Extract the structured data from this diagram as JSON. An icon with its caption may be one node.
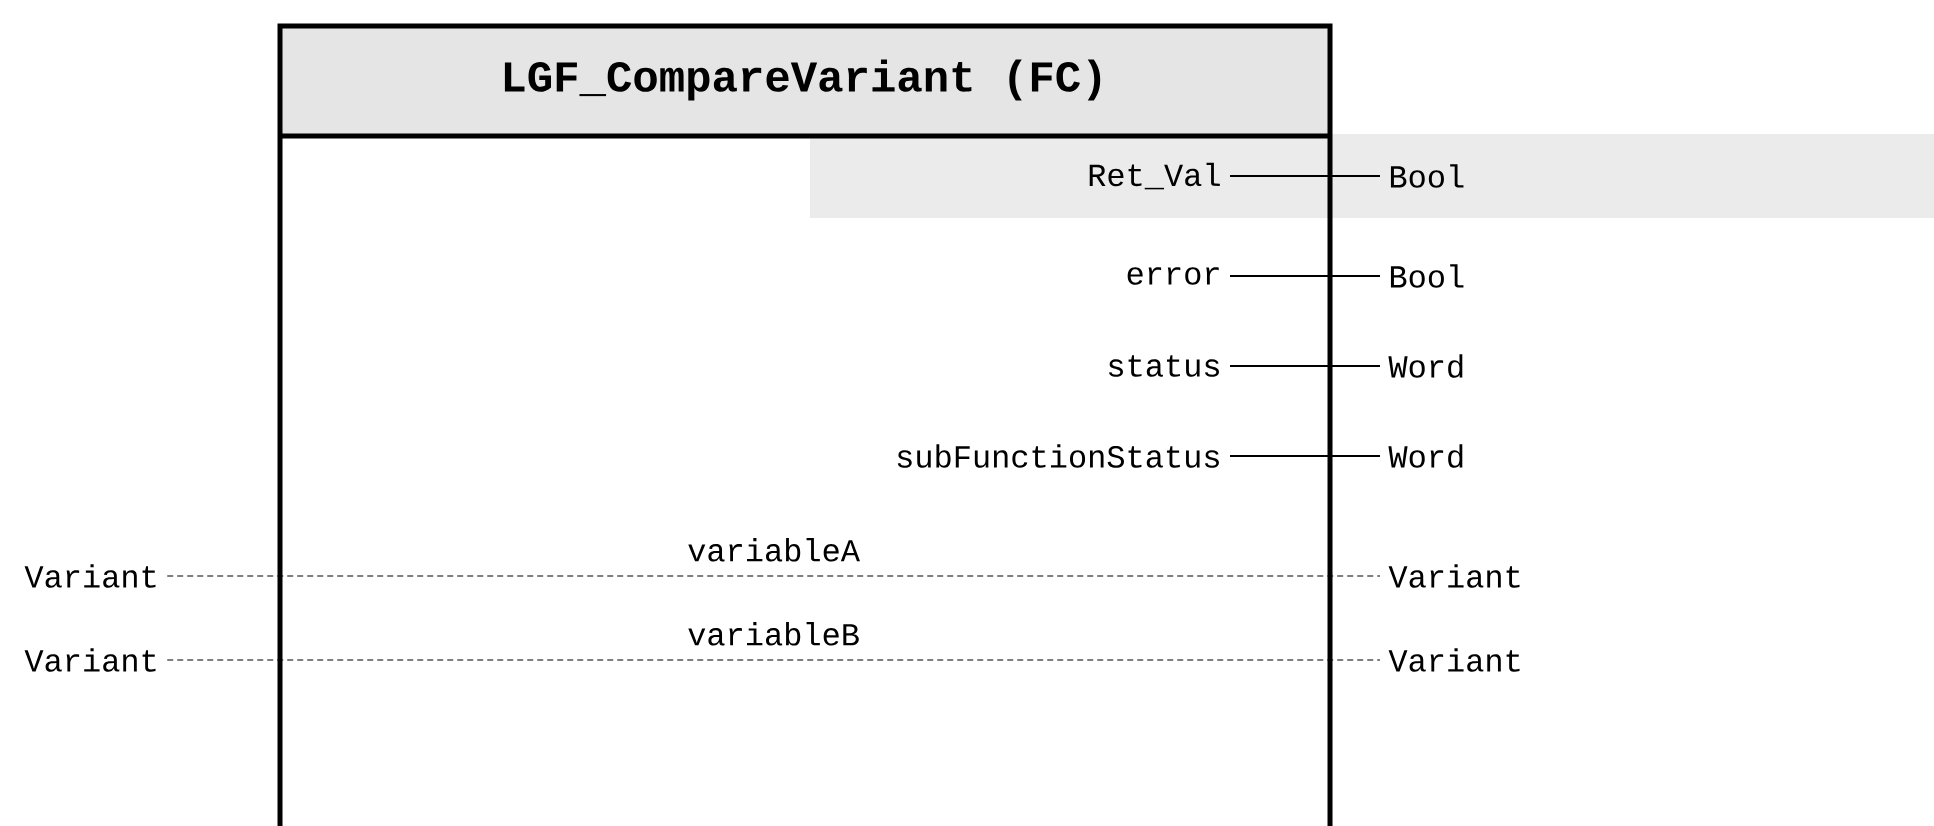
{
  "diagram": {
    "nodes": [
      {
        "text": [
          "LGF_CompareVariant (FC)"
        ]
      },
      {
        "text": [
          "Ret_Val"
        ],
        "in": 0
      },
      {
        "text": [
          "Bool"
        ]
      },
      {
        "text": [
          "error"
        ],
        "in": 0
      },
      {
        "text": [
          "Bool"
        ]
      },
      {
        "text": [
          "status"
        ],
        "in": 0
      },
      {
        "text": [
          "Word"
        ]
      },
      {
        "text": [
          "subFunctionStatus"
        ],
        "in": 0
      },
      {
        "text": [
          "Word"
        ]
      },
      {
        "text": [
          "Variant"
        ]
      },
      {
        "text": [
          "Variant"
        ]
      },
      {
        "text": [
          "Variant"
        ]
      },
      {
        "text": [
          "Variant"
        ]
      }
    ],
    "edges": [
      {
        "from": 1,
        "to": 2,
        "arrow": "none"
      },
      {
        "from": 3,
        "to": 4,
        "arrow": "none"
      },
      {
        "from": 5,
        "to": 6,
        "arrow": "none"
      },
      {
        "from": 7,
        "to": 8,
        "arrow": "none"
      },
      {
        "from": 9,
        "to": 10,
        "arrow": "none",
        "label": "variableA",
        "style": "dashed"
      },
      {
        "from": 11,
        "to": 12,
        "arrow": "none",
        "label": "variableB",
        "style": "dashed"
      }
    ]
  }
}
